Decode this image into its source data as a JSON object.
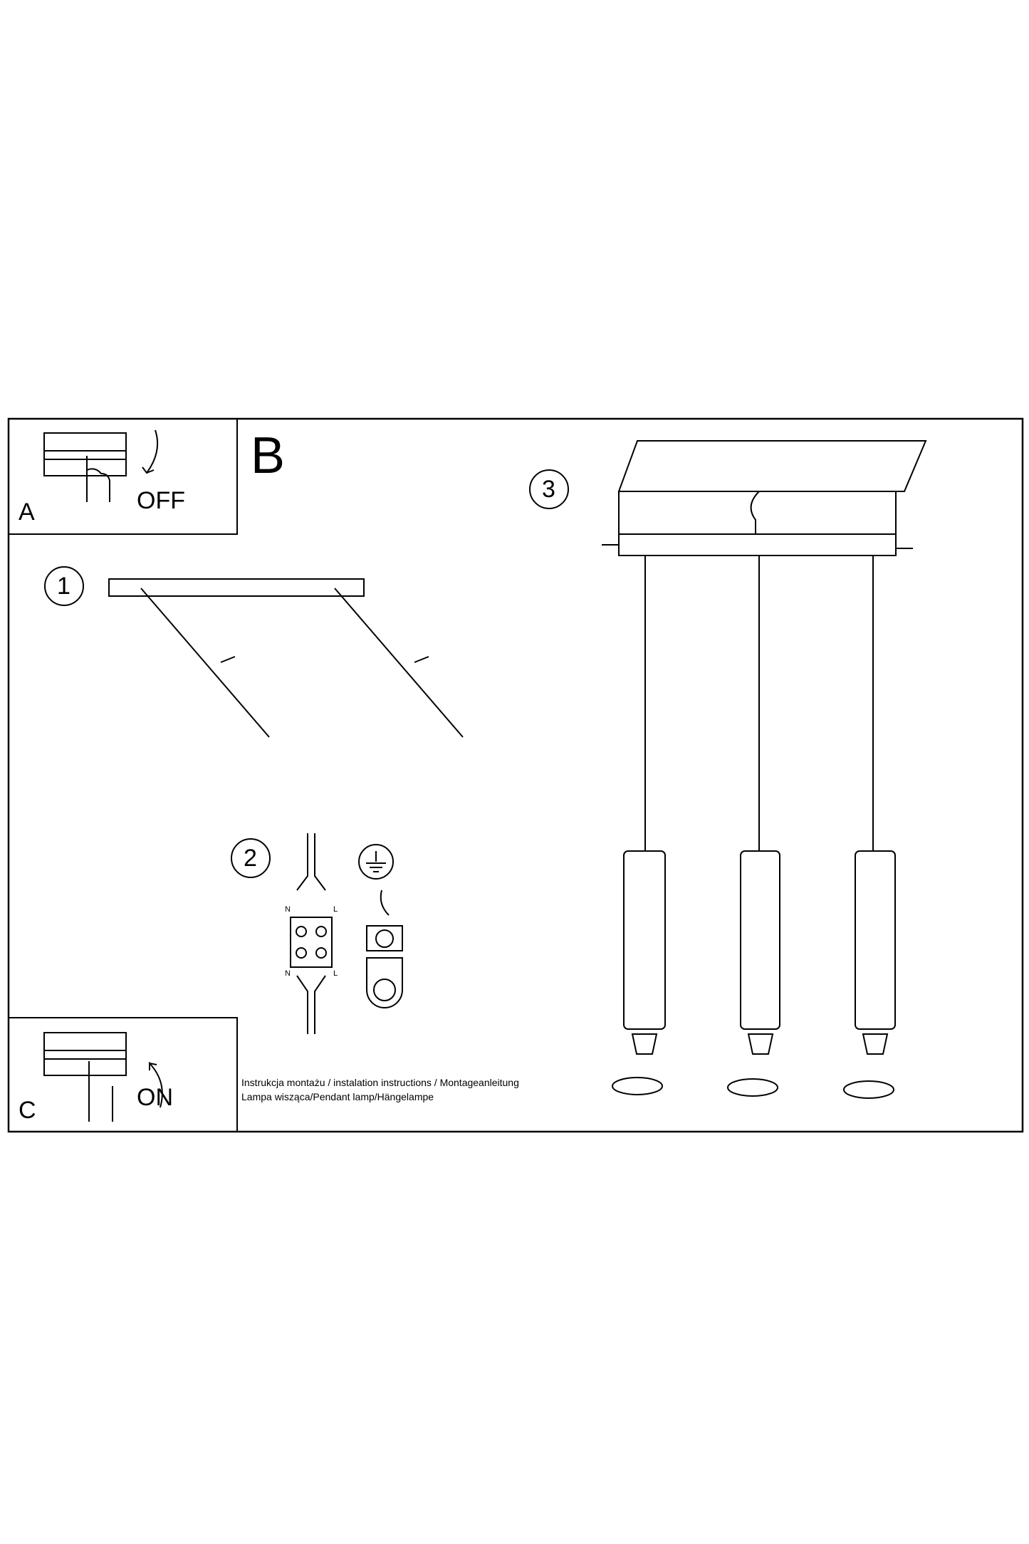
{
  "panels": {
    "a_label": "A",
    "a_action": "OFF",
    "b_label": "B",
    "c_label": "C",
    "c_action": "ON"
  },
  "steps": [
    "1",
    "2",
    "3"
  ],
  "wiring": {
    "neutral": "N",
    "live": "L"
  },
  "footer": {
    "line1": "Instrukcja montażu / instalation instructions / Montageanleitung",
    "line2": "Lampa wisząca/Pendant lamp/Hängelampe"
  }
}
